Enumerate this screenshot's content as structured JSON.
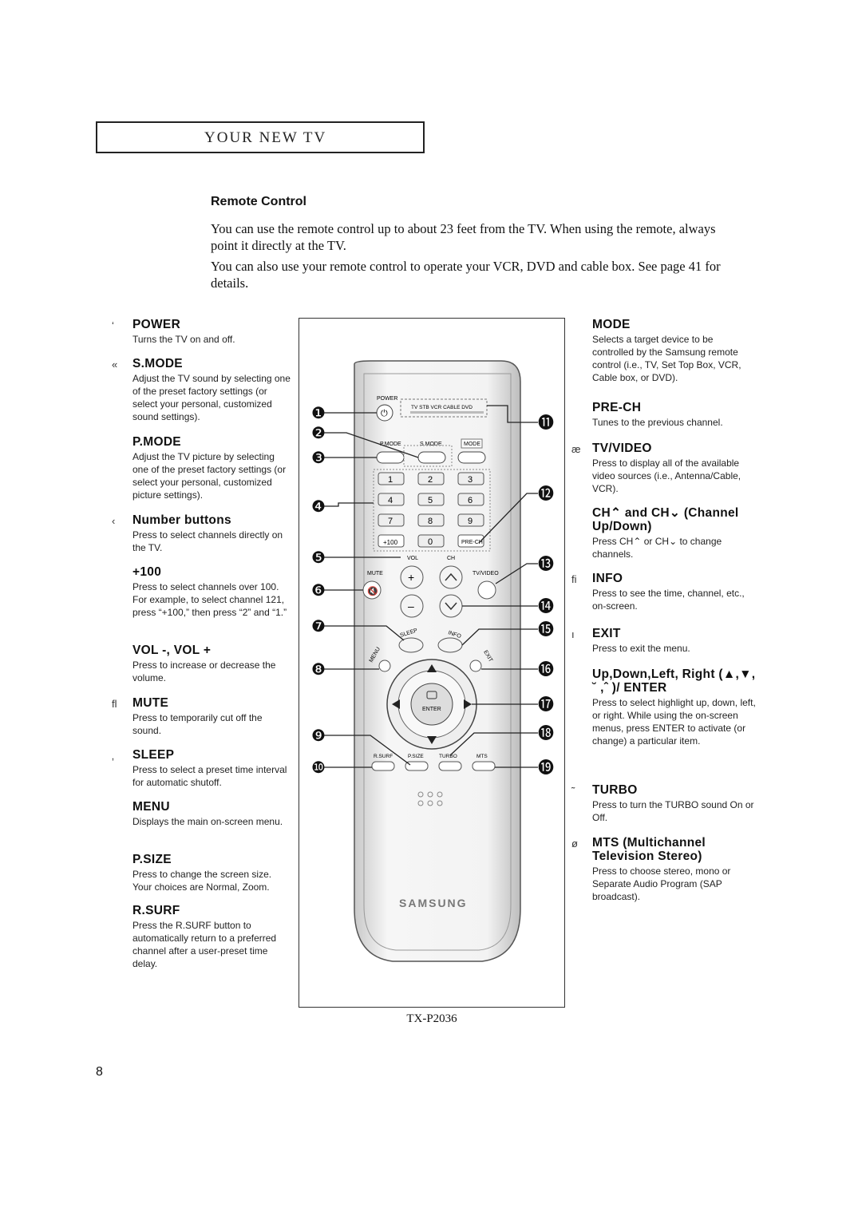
{
  "header": {
    "title": "YOUR NEW TV"
  },
  "section": {
    "title": "Remote Control",
    "para1": "You can use the remote control up to about 23 feet from the TV. When using the remote, always point it directly at the TV.",
    "para2": "You can also use your remote control to operate your VCR, DVD and cable box. See page 41 for details."
  },
  "left_entries": [
    {
      "mark": "‘",
      "title": "POWER",
      "desc": "Turns the TV on and off."
    },
    {
      "mark": "«",
      "title": "S.MODE",
      "desc": "Adjust the TV sound by selecting one of the preset factory settings (or select your personal, customized sound settings)."
    },
    {
      "mark": "",
      "title": "P.MODE",
      "desc": "Adjust the TV picture by selecting one of the preset factory settings (or select your personal, customized picture settings)."
    },
    {
      "mark": "‹",
      "title": "Number buttons",
      "desc": "Press to select channels directly on the TV."
    },
    {
      "mark": "",
      "title": "+100",
      "desc": "Press to select channels over 100. For example, to select channel 121, press “+100,” then press “2” and “1.”"
    },
    {
      "mark": "",
      "title": "VOL -, VOL +",
      "desc": "Press to increase or decrease the volume."
    },
    {
      "mark": "ﬂ",
      "title": "MUTE",
      "desc": "Press to temporarily cut off the sound."
    },
    {
      "mark": "‚",
      "title": "SLEEP",
      "desc": "Press to select a preset time interval for automatic shutoff."
    },
    {
      "mark": "",
      "title": "MENU",
      "desc": "Displays the main on-screen menu."
    },
    {
      "mark": "",
      "title": "P.SIZE",
      "desc": "Press to change the screen size. Your choices are Normal, Zoom."
    },
    {
      "mark": "",
      "title": "R.SURF",
      "desc": "Press the R.SURF button to automatically return to a preferred channel after a user-preset time delay."
    }
  ],
  "right_entries": [
    {
      "mark": "",
      "title": "MODE",
      "desc": "Selects a target device to be controlled by the Samsung remote control (i.e., TV, Set Top Box, VCR, Cable box, or DVD)."
    },
    {
      "mark": "",
      "title": "PRE-CH",
      "desc": "Tunes to the previous channel."
    },
    {
      "mark": "æ",
      "title": "TV/VIDEO",
      "desc": "Press to display all of the available video sources (i.e., Antenna/Cable, VCR)."
    },
    {
      "mark": "",
      "title": "CH⌃ and CH⌄ (Channel Up/Down)",
      "desc": "Press CH⌃ or CH⌄ to change channels."
    },
    {
      "mark": "ﬁ",
      "title": "INFO",
      "desc": "Press to see the time, channel, etc., on-screen."
    },
    {
      "mark": "ı",
      "title": "EXIT",
      "desc": "Press to exit the menu."
    },
    {
      "mark": "",
      "title": "Up,Down,Left, Right (▲,▼, ˘ ,ˆ )/ ENTER",
      "desc": "Press to select highlight up, down, left, or right. While using the on-screen menus, press ENTER to activate (or change) a particular item."
    },
    {
      "mark": "˜",
      "title": "TURBO",
      "desc": "Press to turn the TURBO sound On or Off."
    },
    {
      "mark": "ø",
      "title": "MTS (Multichannel Television Stereo)",
      "desc": "Press to choose stereo, mono or Separate Audio Program (SAP broadcast)."
    }
  ],
  "remote": {
    "top_labels": {
      "power": "POWER",
      "modes": "TV STB VCR CABLE DVD"
    },
    "row_labels": {
      "pmode": "P.MODE",
      "smode": "S.MODE",
      "mode": "MODE"
    },
    "digits": [
      "1",
      "2",
      "3",
      "4",
      "5",
      "6",
      "7",
      "8",
      "9"
    ],
    "plus100": "+100",
    "zero": "0",
    "prech": "PRE-CH",
    "vol": "VOL",
    "ch": "CH",
    "mute": "MUTE",
    "tvvideo": "TV/VIDEO",
    "sleep": "SLEEP",
    "info": "INFO",
    "menu": "MENU",
    "exit": "EXIT",
    "enter": "ENTER",
    "bottom_labels": [
      "R.SURF",
      "P.SIZE",
      "TURBO",
      "MTS"
    ],
    "brand": "SAMSUNG",
    "callouts": [
      "❶",
      "❷",
      "❸",
      "❹",
      "❺",
      "❻",
      "❼",
      "❽",
      "❾",
      "❿",
      "⓫",
      "⓬",
      "⓭",
      "⓮",
      "⓯",
      "⓰",
      "⓱",
      "⓲",
      "⓳"
    ]
  },
  "caption": "TX-P2036",
  "page_number": "8"
}
